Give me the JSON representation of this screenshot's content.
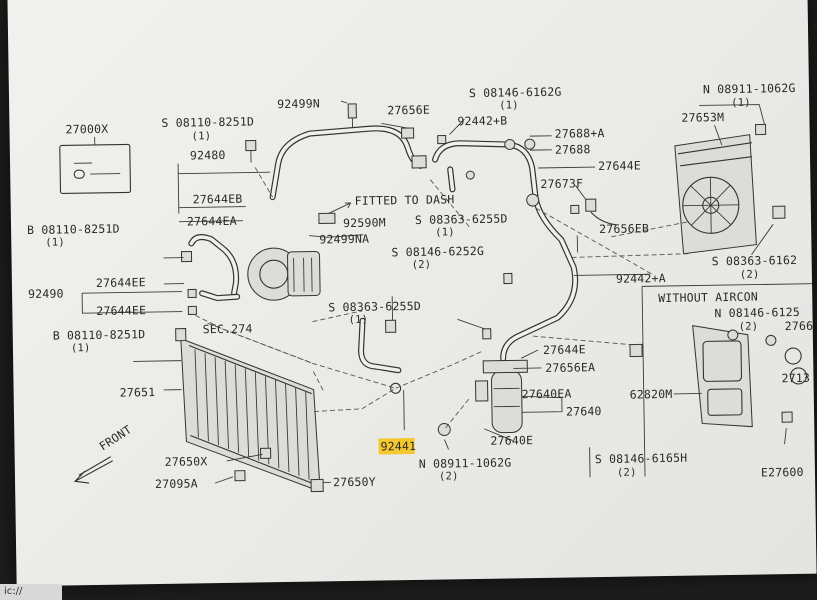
{
  "status_text": "ic://",
  "highlight_color": "#f5c41a",
  "labels": {
    "p27000x": "27000X",
    "s08110_8251d_top": "S 08110-8251D",
    "s08110_8251d_top_qty": "(1)",
    "p92499n": "92499N",
    "p92480": "92480",
    "p27644eb": "27644EB",
    "p27644ea": "27644EA",
    "p27656e_top": "27656E",
    "s08146_6162g": "S 08146-6162G",
    "s08146_6162g_qty": "(1)",
    "p92442b": "92442+B",
    "p27688a": "27688+A",
    "p27688": "27688",
    "p27644e_right": "27644E",
    "p27673f": "27673F",
    "p27656eb": "27656EB",
    "n08911_1062g_top": "N 08911-1062G",
    "n08911_1062g_top_qty": "(1)",
    "p27653m": "27653M",
    "s08363_6162_right": "S 08363-6162",
    "s08363_6162_right_qty": "(2)",
    "fitted_to_dash": "FITTED TO DASH",
    "p92590m": "92590M",
    "p92499na": "92499NA",
    "s08363_6255d_top": "S 08363-6255D",
    "s08363_6255d_top_qty": "(1)",
    "s08146_6252g": "S 08146-6252G",
    "s08146_6252g_qty": "(2)",
    "b08110_8251d_left": "B 08110-8251D",
    "b08110_8251d_left_qty": "(1)",
    "p92490": "92490",
    "p27644ee_a": "27644EE",
    "p27644ee_b": "27644EE",
    "sec274": "SEC.274",
    "b08110_8251d_bot": "B 08110-8251D",
    "b08110_8251d_bot_qty": "(1)",
    "p92442a": "92442+A",
    "without_aircon": "WITHOUT AIRCON",
    "n08146_6125": "N 08146-6125",
    "n08146_6125_qty": "(2)",
    "s08363_6255d_mid": "S 08363-6255D",
    "s08363_6255d_mid_qty": "(1)",
    "p27644e_mid": "27644E",
    "p27656ea": "27656EA",
    "p27651": "27651",
    "p27640ea": "27640EA",
    "p27640": "27640",
    "p62820m": "62820M",
    "p92441": "92441",
    "p27640e": "27640E",
    "n08911_1062g_bot": "N 08911-1062G",
    "n08911_1062g_bot_qty": "(2)",
    "s08146_6165h": "S 08146-6165H",
    "s08146_6165h_qty": "(2)",
    "e27600": "E27600",
    "front": "FRONT",
    "p27650x": "27650X",
    "p27095a": "27095A",
    "p27650y": "27650Y",
    "p2766": "2766",
    "p2713": "2713"
  }
}
